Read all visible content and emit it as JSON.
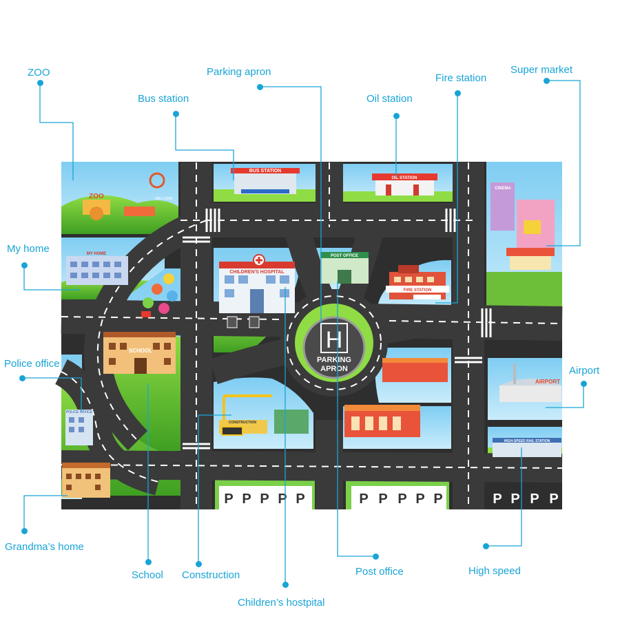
{
  "map": {
    "bus_station_sign": "BUS STATION",
    "oil_station_sign": "OIL STATION",
    "hospital_sign": "CHILDREN'S HOSPITAL",
    "post_office_sign": "POST OFFICE",
    "fire_station_sign": "FIRE STATION",
    "school_sign": "SCHOOL",
    "my_home_sign": "MY HOME",
    "police_sign": "POLICE OFFICE",
    "zoo_sign": "ZOO",
    "airport_sign": "AIRPORT",
    "rail_sign": "HIGH-SPEED RAIL STATION",
    "cinema_sign": "CINEMA",
    "welcome_sign": "WELCOME",
    "construction_sign": "CONSTRUCTION",
    "helipad_letter": "H",
    "apron_line1": "PARKING",
    "apron_line2": "APRON",
    "parking_letter": "P"
  },
  "callouts": [
    {
      "id": "zoo",
      "text": "ZOO"
    },
    {
      "id": "parking-apron",
      "text": "Parking apron"
    },
    {
      "id": "bus-station",
      "text": "Bus station"
    },
    {
      "id": "oil-station",
      "text": "Oil station"
    },
    {
      "id": "fire-station",
      "text": "Fire station"
    },
    {
      "id": "super-market",
      "text": "Super market"
    },
    {
      "id": "my-home",
      "text": "My home"
    },
    {
      "id": "police-office",
      "text": "Police office"
    },
    {
      "id": "airport",
      "text": "Airport"
    },
    {
      "id": "grandmas-home",
      "text": "Grandma’s home"
    },
    {
      "id": "school",
      "text": "School"
    },
    {
      "id": "construction",
      "text": "Construction"
    },
    {
      "id": "post-office",
      "text": "Post office"
    },
    {
      "id": "high-speed",
      "text": "High speed"
    },
    {
      "id": "childrens-hospital",
      "text": "Children’s hostpital"
    }
  ],
  "colors": {
    "accent": "#19a4d6",
    "road": "#3a3a3a",
    "grass": "#6cc23a",
    "sky": "#8fd3f5"
  }
}
